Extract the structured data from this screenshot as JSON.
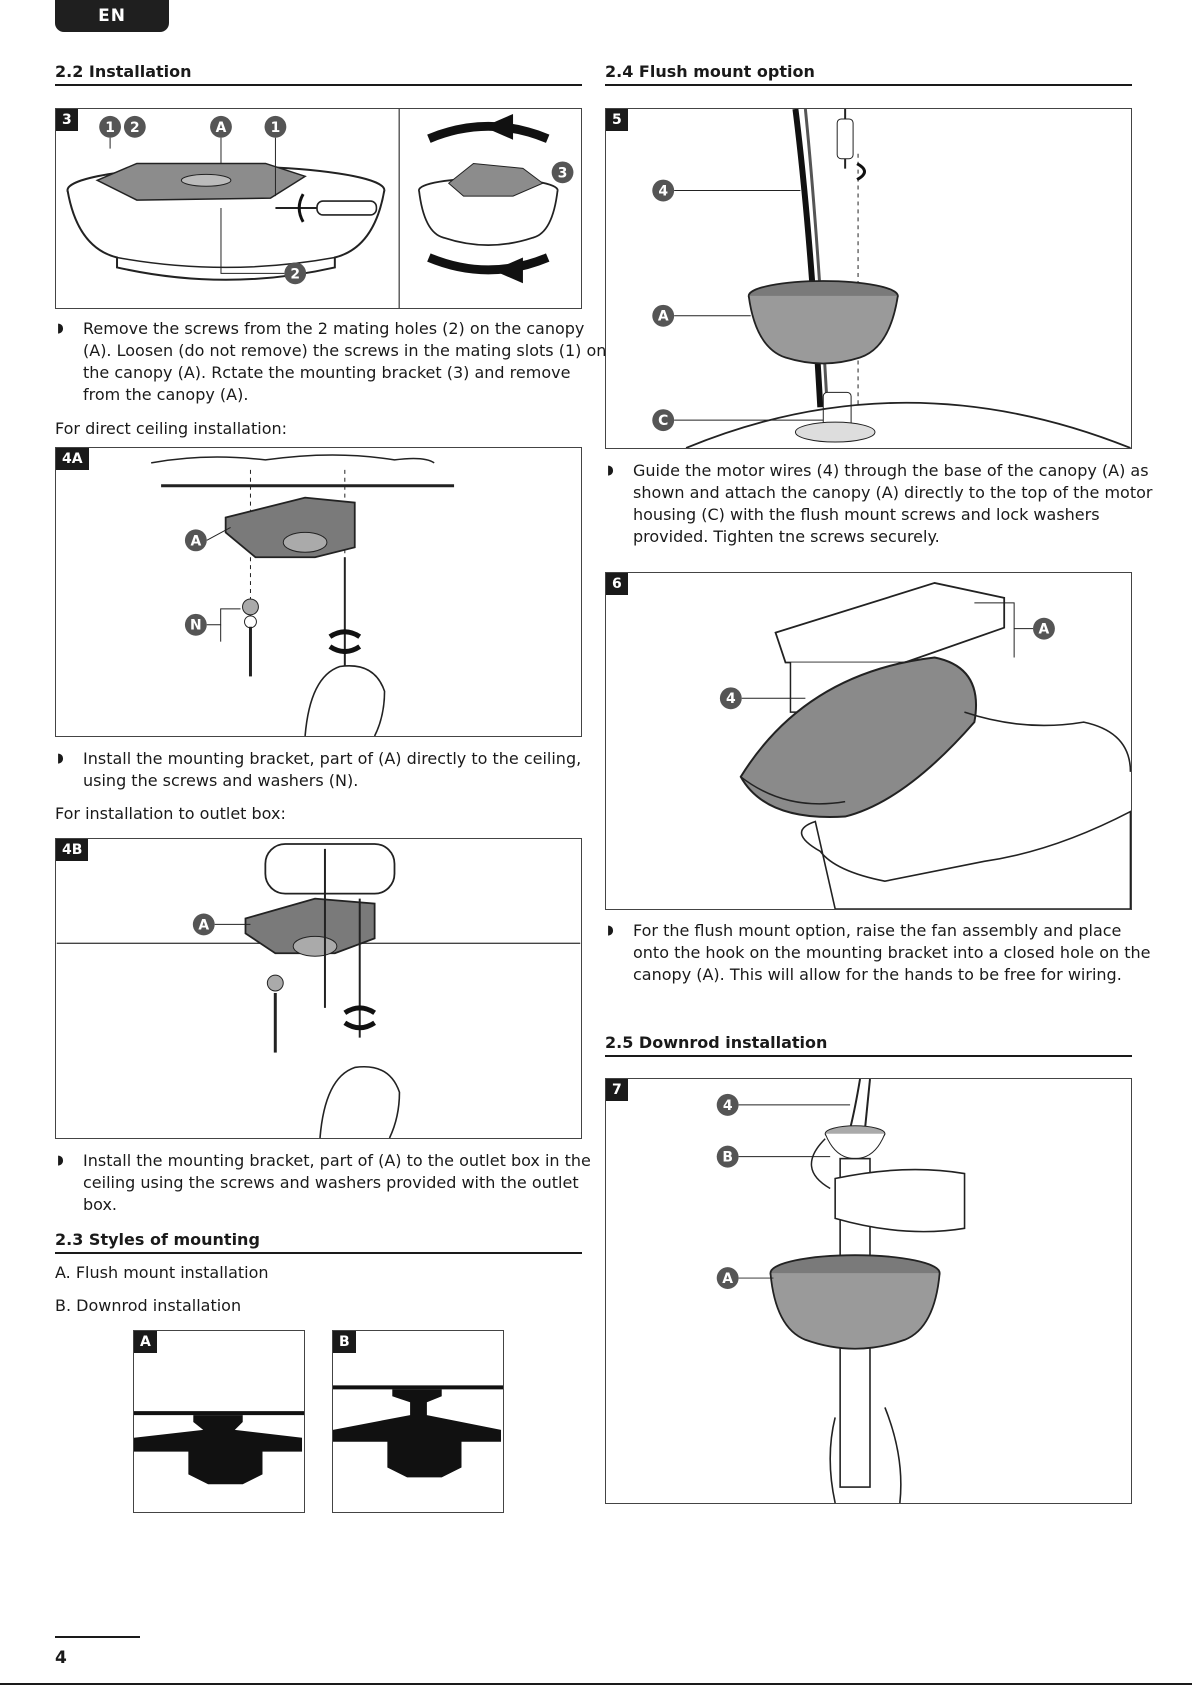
{
  "lang_tab": "EN",
  "page_number": "4",
  "left": {
    "sec_2_2": "2.2 Installation",
    "fig3": {
      "tag": "3",
      "callouts": [
        "1",
        "2",
        "A",
        "1",
        "2",
        "3"
      ]
    },
    "para1": "Remove the screws from the 2 mating holes (2) on the canopy (A). Loosen (do not remove) the screws in the mating slots (1) on the canopy (A). Rctate the mounting bracket (3) and remove from the canopy (A).",
    "direct_label": "For direct ceiling installation:",
    "fig4a": {
      "tag": "4A",
      "callouts": [
        "A",
        "N"
      ]
    },
    "para2": "Install the mounting bracket, part of (A) directly to the ceiling, using the screws and washers (N).",
    "outlet_label": "For installation to outlet box:",
    "fig4b": {
      "tag": "4B",
      "callouts": [
        "A"
      ]
    },
    "para3": "Install the mounting bracket, part of (A) to the outlet box in the ceiling using the screws and washers provided with the outlet box.",
    "sec_2_3": "2.3 Styles of mounting",
    "style_a": "A. Flush mount installation",
    "style_b": "B. Downrod installation",
    "figA_tag": "A",
    "figB_tag": "B"
  },
  "right": {
    "sec_2_4": "2.4 Flush mount option",
    "fig5": {
      "tag": "5",
      "callouts": [
        "4",
        "A",
        "C"
      ]
    },
    "para4": "Guide the motor wires (4) through the base of the canopy (A) as shown and attach the canopy (A) directly to the top of the motor housing (C) with the flush mount screws and lock washers provided. Tighten tne screws securely.",
    "fig6": {
      "tag": "6",
      "callouts": [
        "A",
        "4"
      ]
    },
    "para5": "For the flush mount option, raise the fan assembly and place onto the hook on the mounting bracket into a closed hole on the canopy (A). This will allow for the hands to be free for wiring.",
    "sec_2_5": "2.5 Downrod installation",
    "fig7": {
      "tag": "7",
      "callouts": [
        "4",
        "B",
        "A"
      ]
    }
  },
  "colors": {
    "ink": "#1a1a1a",
    "fill_grey": "#9a9a9a",
    "callout_bg": "#555555"
  },
  "bullet_glyph": "◗"
}
